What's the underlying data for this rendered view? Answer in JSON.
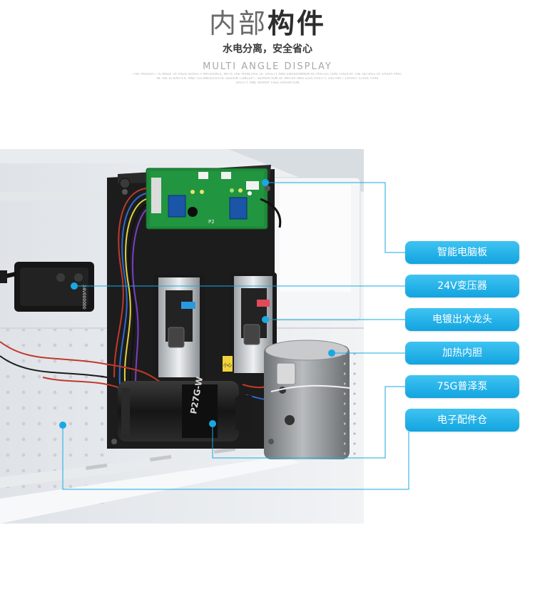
{
  "header": {
    "title_light": "内部",
    "title_bold": "构件",
    "subtitle": "水电分离，安全省心",
    "en_heading": "MULTI ANGLE DISPLAY",
    "fine_print": [
      "THE PRODUCT IS MADE OF HIGH QUALITY MATERIALS, WITH THE PRINCIPLE OF SAFETY AND ENVIRONMENTAL PROTECTION, DISPLAY THE DETAILS OF EVERY PART",
      "IN THE SCIENTIFIC AND TECHNOLOGICAL DESIGN CONCEPT, SEPARATION OF WATER AND ELECTRICITY, DISTINCT LAYOUT STRUCTURE",
      "SAFETY AND WORRY FREE OPERATION"
    ]
  },
  "photo": {
    "pcb_text": "P2",
    "pump_text": "P27G-W",
    "transformer_label": "24V000000",
    "sticker_text": "小心"
  },
  "labels": [
    {
      "text": "智能电脑板"
    },
    {
      "text": "24V变压器"
    },
    {
      "text": "电镀出水龙头"
    },
    {
      "text": "加热内胆"
    },
    {
      "text": "75G普泽泵"
    },
    {
      "text": "电子配件仓"
    }
  ],
  "colors": {
    "accent": "#1aa8e3",
    "label_bg": "#22b0ea",
    "title_light": "#6a6a6a",
    "title_bold": "#2d2d2d"
  }
}
